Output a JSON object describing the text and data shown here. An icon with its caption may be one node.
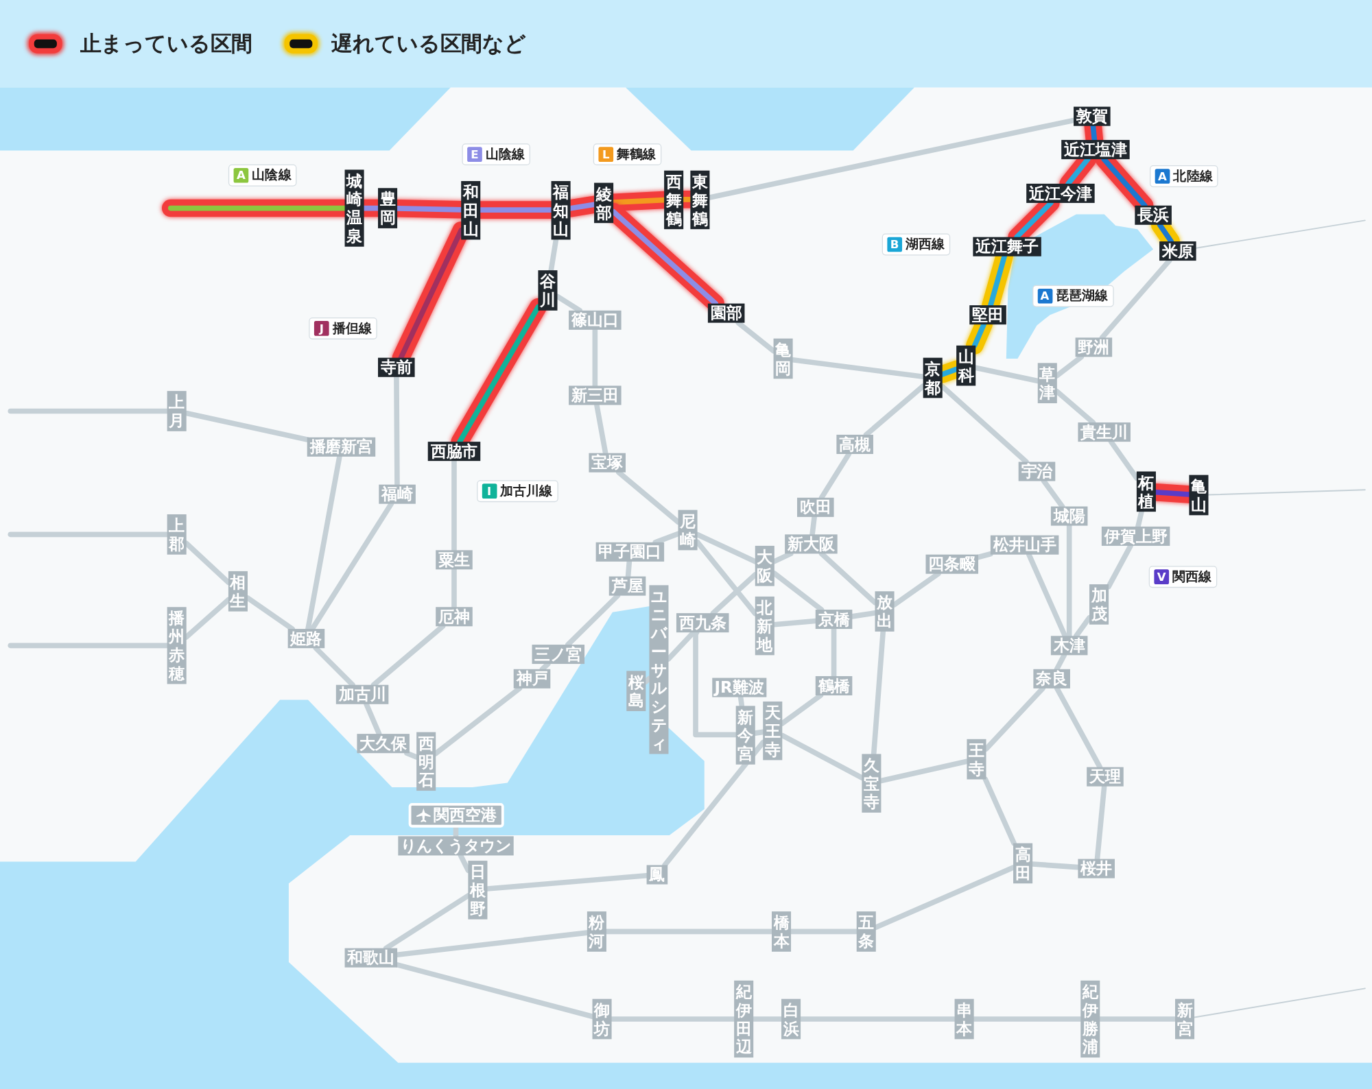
{
  "diagram": {
    "nodes": [
      {
        "text": [
          "城崎温泉"
        ]
      },
      {
        "text": [
          "豊岡"
        ]
      },
      {
        "text": [
          "和田山"
        ]
      },
      {
        "text": [
          "福知山"
        ]
      },
      {
        "text": [
          "綾部"
        ]
      },
      {
        "text": [
          "西舞鶴"
        ]
      },
      {
        "text": [
          "東舞鶴"
        ]
      },
      {
        "text": [
          "敦賀"
        ]
      },
      {
        "text": [
          "近江塩津"
        ]
      },
      {
        "text": [
          "近江今津"
        ]
      },
      {
        "text": [
          "長浜"
        ]
      },
      {
        "text": [
          "米原"
        ]
      },
      {
        "text": [
          "近江舞子"
        ]
      },
      {
        "text": [
          "谷川"
        ]
      },
      {
        "text": [
          "園部"
        ]
      },
      {
        "text": [
          "堅田"
        ]
      },
      {
        "text": [
          "篠山口"
        ]
      },
      {
        "text": [
          "寺前"
        ]
      },
      {
        "text": [
          "野洲"
        ]
      },
      {
        "text": [
          "亀岡"
        ]
      },
      {
        "text": [
          "京都"
        ]
      },
      {
        "text": [
          "山科"
        ]
      },
      {
        "text": [
          "草津"
        ]
      },
      {
        "text": [
          "新三田"
        ]
      },
      {
        "text": [
          "上月"
        ]
      },
      {
        "text": [
          "貴生川"
        ]
      },
      {
        "text": [
          "播磨新宮"
        ]
      },
      {
        "text": [
          "高槻"
        ]
      },
      {
        "text": [
          "西脇市"
        ]
      },
      {
        "text": [
          "宝塚"
        ]
      },
      {
        "text": [
          "宇治"
        ]
      },
      {
        "text": [
          "柘植"
        ]
      },
      {
        "text": [
          "亀山"
        ]
      },
      {
        "text": [
          "福崎"
        ]
      },
      {
        "text": [
          "吹田"
        ]
      },
      {
        "text": [
          "城陽"
        ]
      },
      {
        "text": [
          "尼崎"
        ]
      },
      {
        "text": [
          "上郡"
        ]
      },
      {
        "text": [
          "伊賀上野"
        ]
      },
      {
        "text": [
          "新大阪"
        ]
      },
      {
        "text": [
          "松井山手"
        ]
      },
      {
        "text": [
          "甲子園口"
        ]
      },
      {
        "text": [
          "大阪"
        ]
      },
      {
        "text": [
          "四条畷"
        ]
      },
      {
        "text": [
          "粟生"
        ]
      },
      {
        "text": [
          "芦屋"
        ]
      },
      {
        "text": [
          "相生"
        ]
      },
      {
        "text": [
          "加茂"
        ]
      },
      {
        "text": [
          "放出"
        ]
      },
      {
        "text": [
          "厄神"
        ]
      },
      {
        "text": [
          "北新地"
        ]
      },
      {
        "text": [
          "京橋"
        ]
      },
      {
        "text": [
          "西九条"
        ]
      },
      {
        "text": [
          "ユニバーサルシティ"
        ]
      },
      {
        "text": [
          "姫路"
        ]
      },
      {
        "text": [
          "播州赤穂"
        ]
      },
      {
        "text": [
          "木津"
        ]
      },
      {
        "text": [
          "三ノ宮"
        ]
      },
      {
        "text": [
          "奈良"
        ]
      },
      {
        "text": [
          "神戸"
        ]
      },
      {
        "text": [
          "JR難波"
        ]
      },
      {
        "text": [
          "鶴橋"
        ]
      },
      {
        "text": [
          "桜島"
        ]
      },
      {
        "text": [
          "加古川"
        ]
      },
      {
        "text": [
          "天王寺"
        ]
      },
      {
        "text": [
          "新今宮"
        ]
      },
      {
        "text": [
          "大久保"
        ]
      },
      {
        "text": [
          "王寺"
        ]
      },
      {
        "text": [
          "西明石"
        ]
      },
      {
        "text": [
          "天理"
        ]
      },
      {
        "text": [
          "久宝寺"
        ]
      },
      {
        "text": [
          "関西空港"
        ]
      },
      {
        "text": [
          "りんくうタウン"
        ]
      },
      {
        "text": [
          "高田"
        ]
      },
      {
        "text": [
          "桜井"
        ]
      },
      {
        "text": [
          "鳳"
        ]
      },
      {
        "text": [
          "日根野"
        ]
      },
      {
        "text": [
          "粉河"
        ]
      },
      {
        "text": [
          "橋本"
        ]
      },
      {
        "text": [
          "五条"
        ]
      },
      {
        "text": [
          "和歌山"
        ]
      },
      {
        "text": [
          "御坊"
        ]
      },
      {
        "text": [
          "紀伊田辺"
        ]
      },
      {
        "text": [
          "白浜"
        ]
      },
      {
        "text": [
          "串本"
        ]
      },
      {
        "text": [
          "紀伊勝浦"
        ]
      },
      {
        "text": [
          "新宮"
        ]
      }
    ],
    "edges": [
      {
        "from": null,
        "to": 0,
        "arrow": "none",
        "style": "thick",
        "color": "#f23c3c"
      },
      {
        "from": 0,
        "to": 1,
        "arrow": "none",
        "style": "thick",
        "color": "#f23c3c"
      },
      {
        "from": 1,
        "to": 2,
        "arrow": "none",
        "style": "thick",
        "color": "#f23c3c"
      },
      {
        "from": 2,
        "to": 3,
        "arrow": "none",
        "style": "thick",
        "color": "#f23c3c"
      },
      {
        "from": 3,
        "to": 4,
        "arrow": "none",
        "style": "thick",
        "color": "#f23c3c"
      },
      {
        "from": 4,
        "to": 5,
        "arrow": "none",
        "style": "thick",
        "color": "#f23c3c"
      },
      {
        "from": 5,
        "to": 6,
        "arrow": "none",
        "style": "thick",
        "color": "#f23c3c"
      },
      {
        "from": 4,
        "to": 14,
        "arrow": "none",
        "style": "thick",
        "color": "#f23c3c"
      },
      {
        "from": 2,
        "to": 17,
        "arrow": "none",
        "style": "thick",
        "color": "#f23c3c"
      },
      {
        "from": 13,
        "to": 28,
        "arrow": "none",
        "style": "thick",
        "color": "#f23c3c"
      },
      {
        "from": 7,
        "to": 8,
        "arrow": "none",
        "style": "thick",
        "color": "#f23c3c"
      },
      {
        "from": 8,
        "to": 9,
        "arrow": "none",
        "style": "thick",
        "color": "#f23c3c"
      },
      {
        "from": 9,
        "to": 12,
        "arrow": "none",
        "style": "thick",
        "color": "#f23c3c"
      },
      {
        "from": 8,
        "to": 10,
        "arrow": "none",
        "style": "thick",
        "color": "#f23c3c"
      },
      {
        "from": 10,
        "to": 11,
        "arrow": "none",
        "style": "thick",
        "color": "#f5c400"
      },
      {
        "from": 12,
        "to": 15,
        "arrow": "none",
        "style": "thick",
        "color": "#f5c400"
      },
      {
        "from": 15,
        "to": 21,
        "arrow": "none",
        "style": "thick",
        "color": "#f5c400"
      },
      {
        "from": 21,
        "to": 20,
        "arrow": "none",
        "style": "thick",
        "color": "#f5c400"
      },
      {
        "from": 31,
        "to": 32,
        "arrow": "none",
        "style": "thick",
        "color": "#f23c3c"
      },
      {
        "from": 6,
        "to": 7,
        "arrow": "none"
      },
      {
        "from": 3,
        "to": 13,
        "arrow": "none"
      },
      {
        "from": 13,
        "to": 16,
        "arrow": "none"
      },
      {
        "from": 16,
        "to": 23,
        "arrow": "none"
      },
      {
        "from": 23,
        "to": 29,
        "arrow": "none"
      },
      {
        "from": 29,
        "to": 36,
        "arrow": "none"
      },
      {
        "from": 14,
        "to": 19,
        "arrow": "none"
      },
      {
        "from": 19,
        "to": 20,
        "arrow": "none"
      },
      {
        "from": 20,
        "to": 27,
        "arrow": "none"
      },
      {
        "from": 27,
        "to": 34,
        "arrow": "none"
      },
      {
        "from": 34,
        "to": 39,
        "arrow": "none"
      },
      {
        "from": 39,
        "to": 42,
        "arrow": "none"
      },
      {
        "from": 21,
        "to": 22,
        "arrow": "none"
      },
      {
        "from": 22,
        "to": 18,
        "arrow": "none"
      },
      {
        "from": 18,
        "to": 11,
        "arrow": "none"
      },
      {
        "from": 22,
        "to": 25,
        "arrow": "none"
      },
      {
        "from": 25,
        "to": 31,
        "arrow": "none"
      },
      {
        "from": 20,
        "to": 30,
        "arrow": "none"
      },
      {
        "from": 30,
        "to": 35,
        "arrow": "none"
      },
      {
        "from": 35,
        "to": 56,
        "arrow": "none"
      },
      {
        "from": 56,
        "to": 58,
        "arrow": "none"
      },
      {
        "from": 31,
        "to": 38,
        "arrow": "none"
      },
      {
        "from": 38,
        "to": 47,
        "arrow": "none"
      },
      {
        "from": 47,
        "to": 56,
        "arrow": "none"
      },
      {
        "from": 39,
        "to": 48,
        "arrow": "none"
      },
      {
        "from": 48,
        "to": 43,
        "arrow": "none"
      },
      {
        "from": 43,
        "to": 40,
        "arrow": "none"
      },
      {
        "from": 40,
        "to": 56,
        "arrow": "none"
      },
      {
        "from": 42,
        "to": 51,
        "arrow": "none"
      },
      {
        "from": 36,
        "to": 50,
        "arrow": "none"
      },
      {
        "from": 50,
        "to": 51,
        "arrow": "none"
      },
      {
        "from": 51,
        "to": 48,
        "arrow": "none"
      },
      {
        "from": 51,
        "to": 61,
        "arrow": "none"
      },
      {
        "from": 61,
        "to": 64,
        "arrow": "none"
      },
      {
        "from": 64,
        "to": 65,
        "arrow": "none"
      },
      {
        "from": 65,
        "to": 52,
        "arrow": "none"
      },
      {
        "from": 52,
        "to": 42,
        "arrow": "none"
      },
      {
        "from": 52,
        "to": 53,
        "arrow": "none"
      },
      {
        "from": 53,
        "to": 62,
        "arrow": "none"
      },
      {
        "from": 60,
        "to": 65,
        "arrow": "none"
      },
      {
        "from": 64,
        "to": 70,
        "arrow": "none"
      },
      {
        "from": 48,
        "to": 70,
        "arrow": "none"
      },
      {
        "from": 70,
        "to": 67,
        "arrow": "none"
      },
      {
        "from": 67,
        "to": 58,
        "arrow": "none"
      },
      {
        "from": 67,
        "to": 73,
        "arrow": "none"
      },
      {
        "from": 73,
        "to": 74,
        "arrow": "none"
      },
      {
        "from": 74,
        "to": 69,
        "arrow": "none"
      },
      {
        "from": 69,
        "to": 58,
        "arrow": "none"
      },
      {
        "from": 36,
        "to": 42,
        "arrow": "none"
      },
      {
        "from": 36,
        "to": 41,
        "arrow": "none"
      },
      {
        "from": 41,
        "to": 45,
        "arrow": "none"
      },
      {
        "from": 45,
        "to": 57,
        "arrow": "none"
      },
      {
        "from": 57,
        "to": 59,
        "arrow": "none"
      },
      {
        "from": 59,
        "to": 68,
        "arrow": "none"
      },
      {
        "from": 68,
        "to": 66,
        "arrow": "none"
      },
      {
        "from": 66,
        "to": 63,
        "arrow": "none"
      },
      {
        "from": 63,
        "to": 54,
        "arrow": "none"
      },
      {
        "from": 54,
        "to": 46,
        "arrow": "none"
      },
      {
        "from": 46,
        "to": 37,
        "arrow": "none"
      },
      {
        "from": 46,
        "to": 55,
        "arrow": "none"
      },
      {
        "from": 37,
        "to": null,
        "arrow": "none"
      },
      {
        "from": 55,
        "to": null,
        "arrow": "none"
      },
      {
        "from": 54,
        "to": 26,
        "arrow": "none"
      },
      {
        "from": 26,
        "to": 24,
        "arrow": "none"
      },
      {
        "from": 24,
        "to": null,
        "arrow": "none"
      },
      {
        "from": 54,
        "to": 33,
        "arrow": "none"
      },
      {
        "from": 33,
        "to": 17,
        "arrow": "none"
      },
      {
        "from": 63,
        "to": 49,
        "arrow": "none"
      },
      {
        "from": 49,
        "to": 44,
        "arrow": "none"
      },
      {
        "from": 44,
        "to": 28,
        "arrow": "none"
      },
      {
        "from": 64,
        "to": 75,
        "arrow": "none"
      },
      {
        "from": 75,
        "to": 76,
        "arrow": "none"
      },
      {
        "from": 76,
        "to": 80,
        "arrow": "none"
      },
      {
        "from": 76,
        "to": 72,
        "arrow": "none"
      },
      {
        "from": 72,
        "to": 71,
        "arrow": "none"
      },
      {
        "from": 80,
        "to": 77,
        "arrow": "none"
      },
      {
        "from": 77,
        "to": 78,
        "arrow": "none"
      },
      {
        "from": 78,
        "to": 79,
        "arrow": "none"
      },
      {
        "from": 79,
        "to": 73,
        "arrow": "none"
      },
      {
        "from": 80,
        "to": 81,
        "arrow": "none"
      },
      {
        "from": 81,
        "to": 82,
        "arrow": "none"
      },
      {
        "from": 82,
        "to": 83,
        "arrow": "none"
      },
      {
        "from": 83,
        "to": 84,
        "arrow": "none"
      },
      {
        "from": 84,
        "to": 85,
        "arrow": "none"
      },
      {
        "from": 85,
        "to": 86,
        "arrow": "none"
      },
      {
        "from": 86,
        "to": null,
        "arrow": "none"
      },
      {
        "from": 11,
        "to": null,
        "arrow": "none"
      },
      {
        "from": 32,
        "to": null,
        "arrow": "none"
      }
    ],
    "labels": [
      "A",
      "山陰線",
      "E",
      "山陰線",
      "L",
      "舞鶴線",
      "A",
      "北陸線",
      "B",
      "湖西線",
      "A",
      "琵琶湖線",
      "J",
      "播但線",
      "I",
      "加古川線",
      "V",
      "関西線"
    ],
    "legend": [
      {
        "text": "止まっている区間",
        "color": "#f23c3c"
      },
      {
        "text": "遅れている区間など",
        "color": "#f5c400"
      }
    ]
  }
}
